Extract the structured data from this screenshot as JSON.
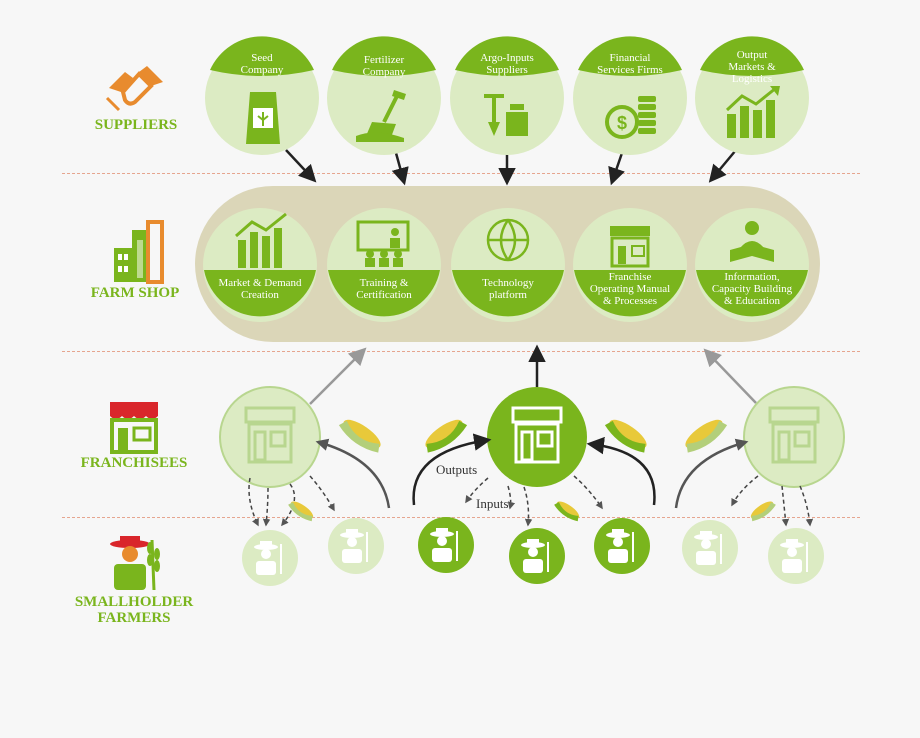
{
  "rows": {
    "suppliers": "SUPPLIERS",
    "farm_shop": "FARM SHOP",
    "franchisees": "FRANCHISEES",
    "farmers_line1": "SMALLHOLDER",
    "farmers_line2": "FARMERS"
  },
  "suppliers": [
    {
      "l1": "Seed",
      "l2": "Company",
      "l3": ""
    },
    {
      "l1": "Fertilizer",
      "l2": "Company",
      "l3": ""
    },
    {
      "l1": "Argo-Inputs",
      "l2": "Suppliers",
      "l3": ""
    },
    {
      "l1": "Financial",
      "l2": "Services Firms",
      "l3": ""
    },
    {
      "l1": "Output",
      "l2": "Markets &",
      "l3": "Logistics"
    }
  ],
  "farm_shop": [
    {
      "l1": "Market & Demand",
      "l2": "Creation",
      "l3": ""
    },
    {
      "l1": "Training &",
      "l2": "Certification",
      "l3": ""
    },
    {
      "l1": "Technology",
      "l2": "platform",
      "l3": ""
    },
    {
      "l1": "Franchise",
      "l2": "Operating Manual",
      "l3": "& Processes"
    },
    {
      "l1": "Information,",
      "l2": "Capacity Building",
      "l3": "& Education"
    }
  ],
  "flow": {
    "outputs": "Outputs",
    "inputs": "Inputs"
  },
  "colors": {
    "green": "#7ab51d",
    "light_green": "#dcebc3",
    "orange": "#e88b2e",
    "tan": "#dbd6b8"
  }
}
